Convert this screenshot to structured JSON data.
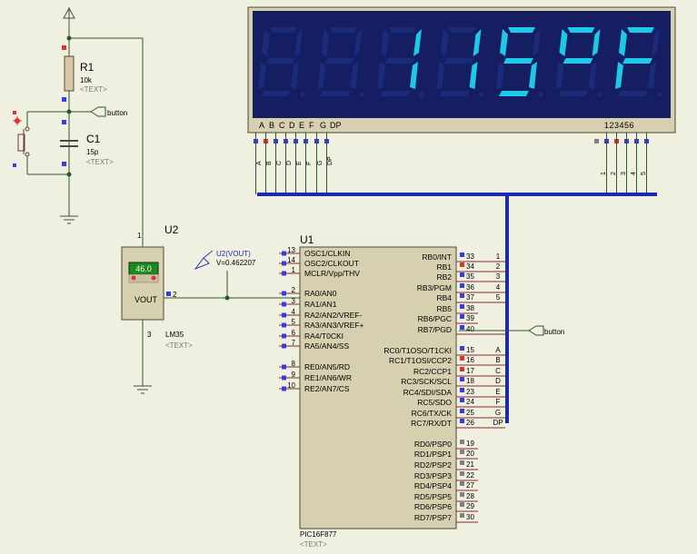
{
  "display": {
    "digits": [
      "",
      "",
      "1",
      "1",
      "5",
      "°",
      "F"
    ],
    "segment_labels": [
      "A",
      "B",
      "C",
      "D",
      "E",
      "F",
      "G",
      "DP"
    ],
    "digit_pin_header": "123456",
    "digit_pins": [
      "1",
      "2",
      "3",
      "4",
      "5"
    ],
    "segment_on_color": "#1ec8e8",
    "segment_off_color": "#1c2a7a",
    "background_color": "#141e60"
  },
  "r1": {
    "ref": "R1",
    "value": "10k",
    "text": "<TEXT>"
  },
  "c1": {
    "ref": "C1",
    "value": "15p",
    "text": "<TEXT>"
  },
  "button_label": "button",
  "u2": {
    "ref": "U2",
    "part": "LM35",
    "reading": "46.0",
    "vout_label": "VOUT",
    "text": "<TEXT>",
    "pin1": "1",
    "pin2": "2",
    "pin3": "3"
  },
  "probe": {
    "label": "U2(VOUT)",
    "value": "V=0.462207"
  },
  "u1": {
    "ref": "U1",
    "part": "PIC16F877",
    "text": "<TEXT>",
    "left_pins": [
      {
        "num": "13",
        "name": "OSC1/CLKIN"
      },
      {
        "num": "14",
        "name": "OSC2/CLKOUT"
      },
      {
        "num": "1",
        "name": "MCLR/Vpp/THV"
      },
      {
        "num": "2",
        "name": "RA0/AN0"
      },
      {
        "num": "3",
        "name": "RA1/AN1"
      },
      {
        "num": "4",
        "name": "RA2/AN2/VREF-"
      },
      {
        "num": "5",
        "name": "RA3/AN3/VREF+"
      },
      {
        "num": "6",
        "name": "RA4/T0CKI"
      },
      {
        "num": "7",
        "name": "RA5/AN4/SS"
      },
      {
        "num": "8",
        "name": "RE0/AN5/RD"
      },
      {
        "num": "9",
        "name": "RE1/AN6/WR"
      },
      {
        "num": "10",
        "name": "RE2/AN7/CS"
      }
    ],
    "right_pins": [
      {
        "num": "33",
        "name": "RB0/INT",
        "net": "1"
      },
      {
        "num": "34",
        "name": "RB1",
        "net": "2"
      },
      {
        "num": "35",
        "name": "RB2",
        "net": "3"
      },
      {
        "num": "36",
        "name": "RB3/PGM",
        "net": "4"
      },
      {
        "num": "37",
        "name": "RB4",
        "net": "5"
      },
      {
        "num": "38",
        "name": "RB5",
        "net": ""
      },
      {
        "num": "39",
        "name": "RB6/PGC",
        "net": ""
      },
      {
        "num": "40",
        "name": "RB7/PGD",
        "net": ""
      },
      {
        "num": "15",
        "name": "RC0/T1OSO/T1CKI",
        "net": "A"
      },
      {
        "num": "16",
        "name": "RC1/T1OSI/CCP2",
        "net": "B"
      },
      {
        "num": "17",
        "name": "RC2/CCP1",
        "net": "C"
      },
      {
        "num": "18",
        "name": "RC3/SCK/SCL",
        "net": "D"
      },
      {
        "num": "23",
        "name": "RC4/SDI/SDA",
        "net": "E"
      },
      {
        "num": "24",
        "name": "RC5/SDO",
        "net": "F"
      },
      {
        "num": "25",
        "name": "RC6/TX/CK",
        "net": "G"
      },
      {
        "num": "26",
        "name": "RC7/RX/DT",
        "net": "DP"
      },
      {
        "num": "19",
        "name": "RD0/PSP0",
        "net": ""
      },
      {
        "num": "20",
        "name": "RD1/PSP1",
        "net": ""
      },
      {
        "num": "21",
        "name": "RD2/PSP2",
        "net": ""
      },
      {
        "num": "22",
        "name": "RD3/PSP3",
        "net": ""
      },
      {
        "num": "27",
        "name": "RD4/PSP4",
        "net": ""
      },
      {
        "num": "28",
        "name": "RD5/PSP5",
        "net": ""
      },
      {
        "num": "29",
        "name": "RD6/PSP6",
        "net": ""
      },
      {
        "num": "30",
        "name": "RD7/PSP7",
        "net": ""
      }
    ]
  }
}
